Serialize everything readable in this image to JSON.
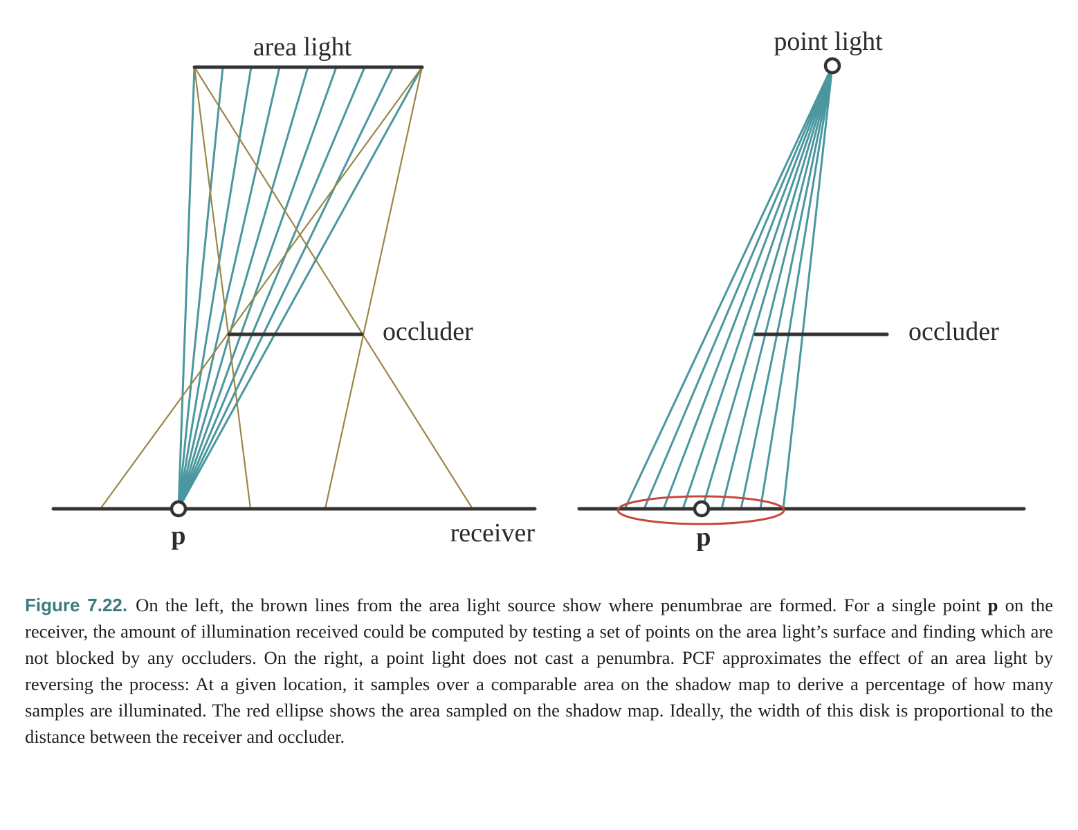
{
  "left_diagram": {
    "light_label": "area light",
    "occluder_label": "occluder",
    "receiver_label": "receiver",
    "point_label": "p"
  },
  "right_diagram": {
    "light_label": "point light",
    "occluder_label": "occluder",
    "point_label": "p"
  },
  "colors": {
    "structure": "#333333",
    "ray": "#4a979f",
    "penumbra_line": "#9a8646",
    "sample_ellipse": "#c8473c"
  },
  "caption": {
    "figure_number": "Figure 7.22.",
    "text_1": "On the left, the brown lines from the area light source show where penumbrae are formed. For a single point ",
    "bold_p": "p",
    "text_2": " on the receiver, the amount of illumination received could be computed by testing a set of points on the area light’s surface and finding which are not blocked by any occluders. On the right, a point light does not cast a penumbra. PCF approximates the effect of an area light by reversing the process: At a given location, it samples over a comparable area on the shadow map to derive a percentage of how many samples are illuminated. The red ellipse shows the area sampled on the shadow map. Ideally, the width of this disk is proportional to the distance between the receiver and occluder."
  }
}
